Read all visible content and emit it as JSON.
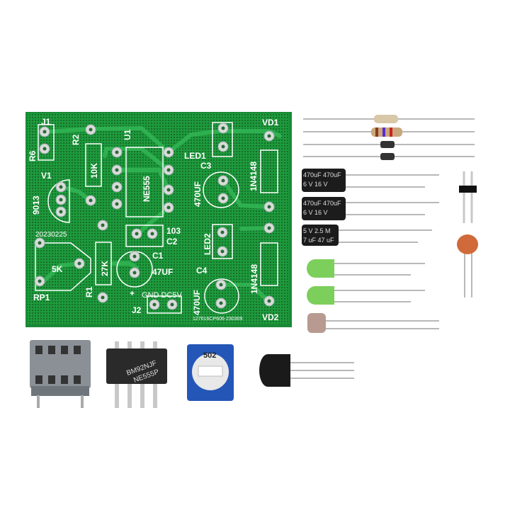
{
  "pcb": {
    "labels": {
      "j1": "J1",
      "r6": "R6",
      "r2": "R2",
      "u1": "U1",
      "r2_value": "10K",
      "ic": "NE555",
      "v1": "V1",
      "transistor": "9013",
      "led1": "LED1",
      "vd1": "VD1",
      "c3": "C3",
      "c3_value": "470UF",
      "vd1_part": "1N4148",
      "c2_value": "103",
      "c2": "C2",
      "date": "20230225",
      "rp1_value": "5K",
      "rp1": "RP1",
      "r1_value": "27K",
      "r1": "R1",
      "c1": "C1",
      "c1_value": "47UF",
      "led2": "LED2",
      "c4": "C4",
      "power": "GND DC5V",
      "j2": "J2",
      "c4_value": "470UF",
      "vd2": "VD2",
      "vd2_part": "1N4148",
      "plus": "+",
      "serial": "127616CP606-230309"
    },
    "colors": {
      "board": "#1e9a3c",
      "silkscreen": "#ffffff"
    }
  },
  "components": {
    "ic_chip_marking": [
      "BM92NJF",
      "NE555P"
    ],
    "potentiometer_marking": "502",
    "capacitor_markings": [
      {
        "line1": "470uF 470uF",
        "line2": "6 V  16 V"
      },
      {
        "line1": "470uF 470uF",
        "line2": "6 V  16 V"
      },
      {
        "line1": "5 V    2.5 M",
        "line2": "7 uF  47 uF"
      }
    ]
  }
}
